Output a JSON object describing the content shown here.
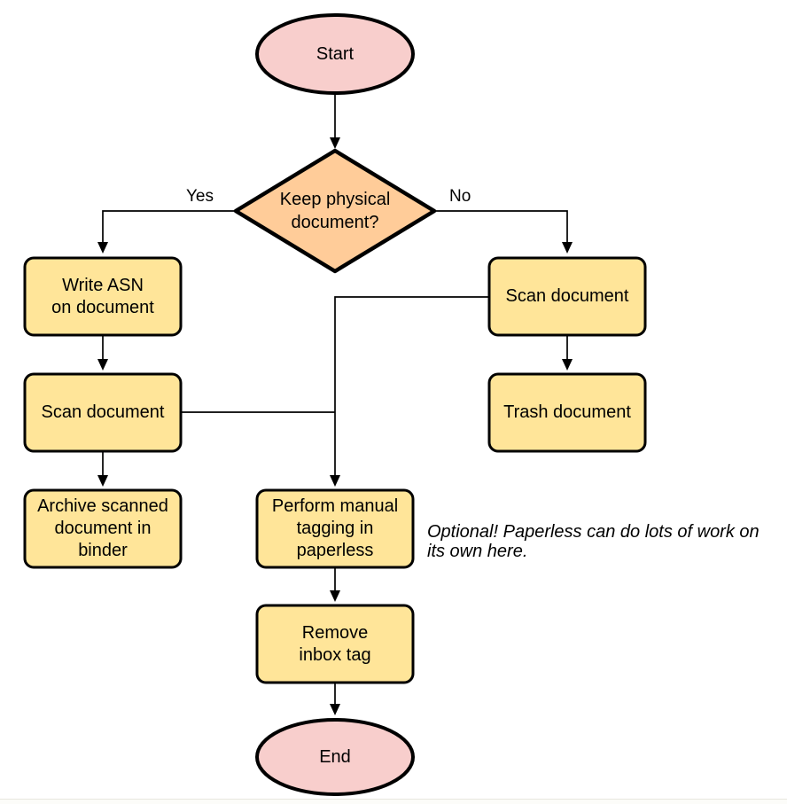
{
  "colors": {
    "terminal_fill": "#F8CECC",
    "decision_fill": "#FFCC99",
    "process_fill": "#FFE599",
    "stroke": "#000000",
    "background": "#FFFFFF"
  },
  "nodes": {
    "start": {
      "label": "Start",
      "lines": [
        "Start"
      ]
    },
    "decision": {
      "label": "Keep physical document?",
      "lines": [
        "Keep physical",
        "document?"
      ]
    },
    "write_asn": {
      "label": "Write ASN on document",
      "lines": [
        "Write ASN",
        "on document"
      ]
    },
    "scan_left": {
      "label": "Scan document",
      "lines": [
        "Scan document"
      ]
    },
    "archive": {
      "label": "Archive scanned document in binder",
      "lines": [
        "Archive scanned",
        "document in",
        "binder"
      ]
    },
    "scan_right": {
      "label": "Scan document",
      "lines": [
        "Scan document"
      ]
    },
    "trash": {
      "label": "Trash document",
      "lines": [
        "Trash document"
      ]
    },
    "tagging": {
      "label": "Perform manual tagging in paperless",
      "lines": [
        "Perform manual",
        "tagging in",
        "paperless"
      ]
    },
    "remove_inbox": {
      "label": "Remove inbox tag",
      "lines": [
        "Remove",
        "inbox tag"
      ]
    },
    "end": {
      "label": "End",
      "lines": [
        "End"
      ]
    }
  },
  "edge_labels": {
    "yes": "Yes",
    "no": "No"
  },
  "note": {
    "text": "Optional! Paperless can do lots of work on its own here.",
    "lines": [
      "Optional! Paperless can do lots of work on",
      "its own here."
    ]
  }
}
